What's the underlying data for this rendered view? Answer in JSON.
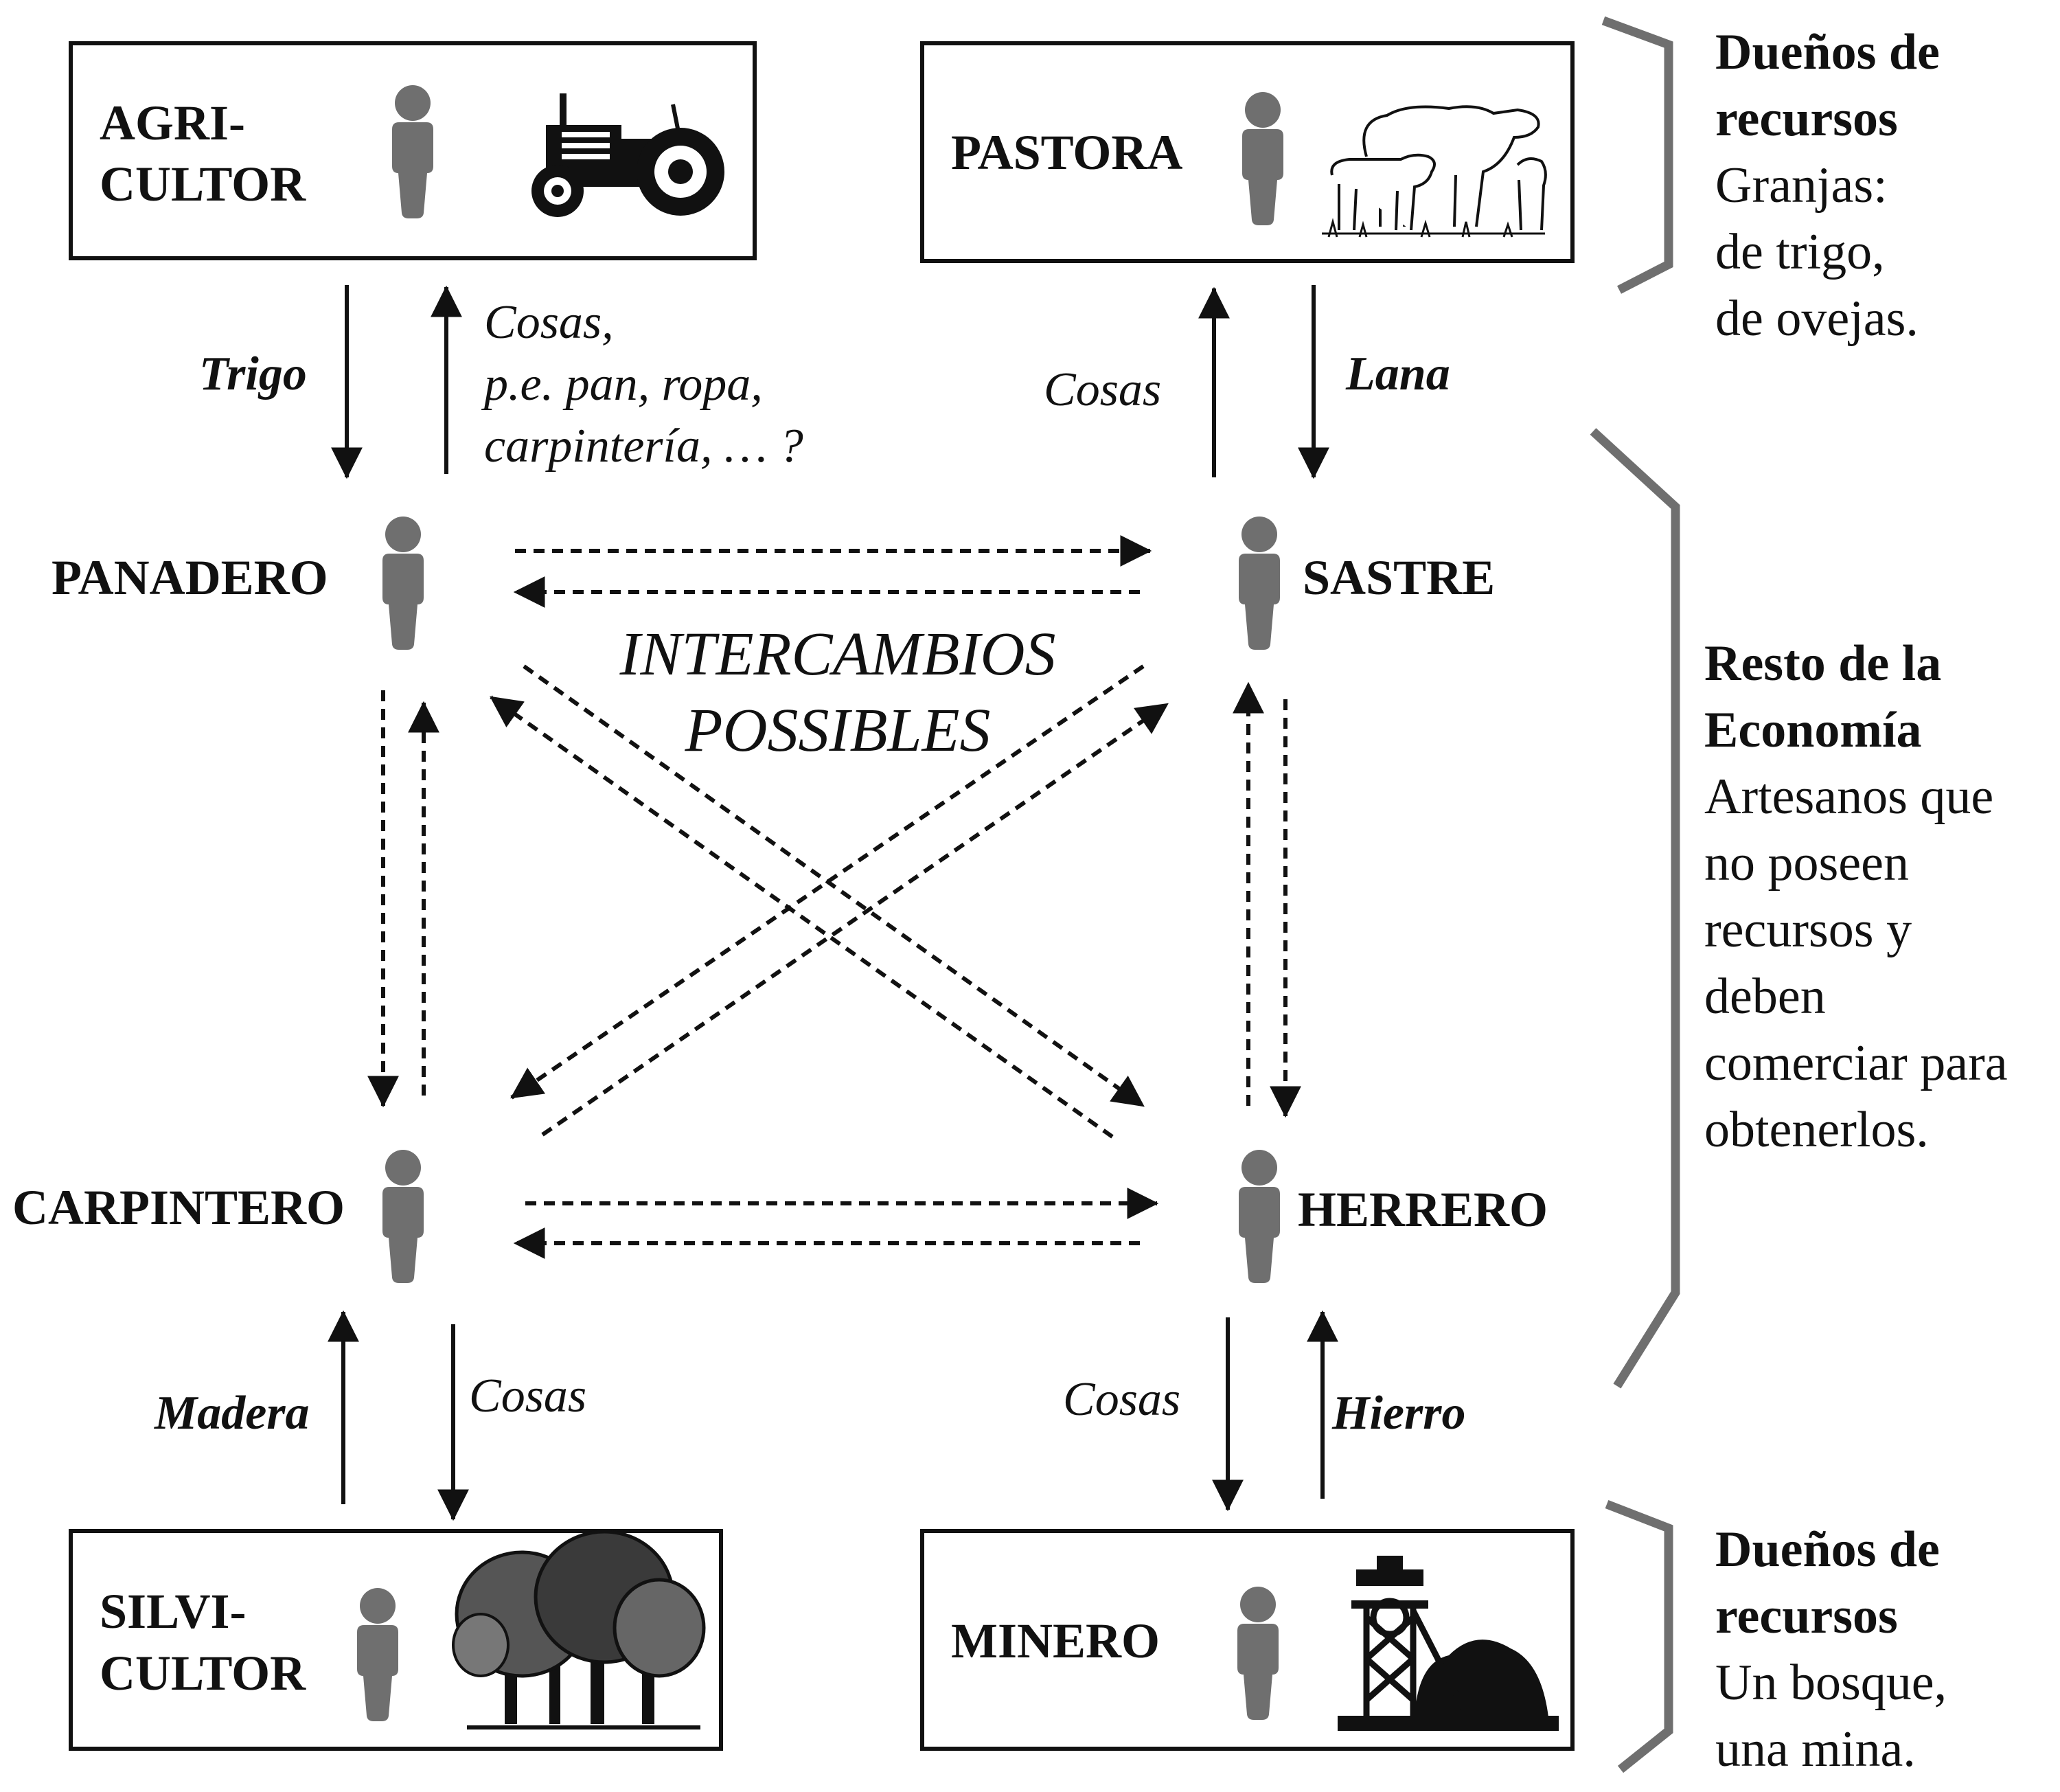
{
  "colors": {
    "person": "#6f6f6f",
    "ink": "#111111",
    "brace": "#6f6f6f"
  },
  "boxes": {
    "agricultor": {
      "line1": "AGRI-",
      "line2": "CULTOR",
      "icon": "tractor-icon"
    },
    "pastora": {
      "label": "PASTORA",
      "icon": "sheep-icon"
    },
    "silvicultor": {
      "line1": "SILVI-",
      "line2": "CULTOR",
      "icon": "trees-icon"
    },
    "minero": {
      "label": "MINERO",
      "icon": "mine-headframe-icon"
    }
  },
  "artisans": {
    "panadero": "PANADERO",
    "sastre": "SASTRE",
    "carpintero": "CARPINTERO",
    "herrero": "HERRERO"
  },
  "flows": {
    "trigo": "Trigo",
    "cosas_agri_line1": "Cosas,",
    "cosas_agri_line2": "p.e. pan, ropa,",
    "cosas_agri_line3": "carpintería, … ?",
    "cosas_pastora": "Cosas",
    "lana": "Lana",
    "madera": "Madera",
    "cosas_silvi": "Cosas",
    "cosas_minero": "Cosas",
    "hierro": "Hierro"
  },
  "center": {
    "line1": "INTERCAMBIOS",
    "line2": "POSSIBLES"
  },
  "sidebar": {
    "top": {
      "heading1": "Dueños de",
      "heading2": "recursos",
      "line1": "Granjas:",
      "line2": "de trigo,",
      "line3": "de ovejas."
    },
    "middle": {
      "heading1": "Resto de la",
      "heading2": "Economía",
      "line1": "Artesanos que",
      "line2": "no poseen",
      "line3": "recursos y",
      "line4": "deben",
      "line5": "comerciar para",
      "line6": "obtenerlos."
    },
    "bottom": {
      "heading1": "Dueños de",
      "heading2": "recursos",
      "line1": "Un bosque,",
      "line2": "una mina."
    }
  }
}
